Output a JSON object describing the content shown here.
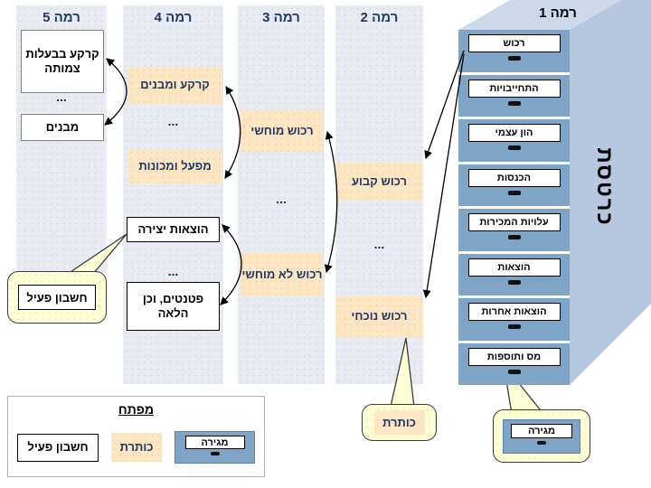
{
  "cabinet": {
    "title": "רמה 1",
    "side_label": "כרטסת",
    "drawers": [
      "רכוש",
      "התחייבויות",
      "הון עצמי",
      "הכנסות",
      "עלויות המכירות",
      "הוצאות",
      "הוצאות אחרות",
      "מס ותוספות"
    ]
  },
  "levels": {
    "l2": {
      "title": "רמה 2",
      "fixed_assets": "רכוש קבוע",
      "ellipsis": "...",
      "current_assets": "רכוש נוכחי"
    },
    "l3": {
      "title": "רמה 3",
      "tangible_assets": "רכוש מוחשי",
      "ellipsis": "...",
      "intangible_assets": "רכוש לא מוחשי"
    },
    "l4": {
      "title": "רמה 4",
      "land_and_buildings": "קרקע ומבנים",
      "ellipsis1": "...",
      "plant_and_machinery": "מפעל ומכונות",
      "creation_expenses": "הוצאות יצירה",
      "ellipsis2": "...",
      "patents": "פטנטים, וכן הלאה"
    },
    "l5": {
      "title": "רמה 5",
      "land_ownership": "קרקע בבעלות צמותה",
      "ellipsis": "...",
      "buildings": "מבנים"
    }
  },
  "callouts": {
    "drawer": "מגירה",
    "header": "כותרת",
    "active_account": "חשבון פעיל"
  },
  "legend": {
    "title": "מפתח",
    "drawer": "מגירה",
    "header": "כותרת",
    "active_account": "חשבון פעיל"
  },
  "colors": {
    "accent_navy": "#1F3864",
    "column_bg": "#E9EBF2",
    "highlight_tan": "#FBE5C2",
    "cabinet_front_blue": "#7EA4C6",
    "cabinet_side_blue": "#B5C8DF",
    "cabinet_top_blue": "#CBD9EA",
    "callout_yellow": "#FFFFD6"
  }
}
